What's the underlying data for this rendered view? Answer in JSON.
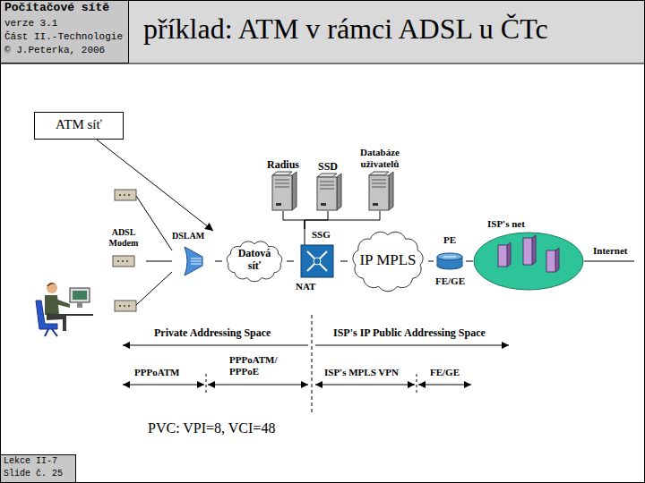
{
  "diagram": {
    "title": "příklad: ATM v rámci ADSL u ČTc",
    "nodes": [
      {
        "text": [
          "Počítačové sítě",
          "verze 3.1",
          "Část II.-Technologie",
          "© J.Peterka, 2006"
        ]
      },
      {
        "text": [
          "Lekce II-7",
          "Slide č. 25"
        ]
      },
      {
        "text": [
          "ATM síť"
        ]
      },
      {
        "text": [
          "Radius"
        ]
      },
      {
        "text": [
          "SSD"
        ]
      },
      {
        "text": [
          "Databáze uživatelů"
        ]
      },
      {
        "text": [
          "ADSL Modem"
        ]
      },
      {
        "text": [
          "DSLAM"
        ]
      },
      {
        "text": [
          "Datová síť"
        ]
      },
      {
        "text": [
          "SSG",
          "NAT"
        ]
      },
      {
        "text": [
          "IP MPLS"
        ]
      },
      {
        "text": [
          "PE"
        ]
      },
      {
        "text": [
          "ISP's net"
        ]
      }
    ],
    "edges": [
      {
        "from": 2,
        "to": 7,
        "arrow": "to"
      },
      {
        "from": 6,
        "to": 7,
        "arrow": "none"
      },
      {
        "from": 7,
        "to": 8,
        "arrow": "none"
      },
      {
        "from": 8,
        "to": 9,
        "arrow": "none"
      },
      {
        "from": 9,
        "to": 10,
        "arrow": "none"
      },
      {
        "from": 10,
        "to": 11,
        "arrow": "none"
      },
      {
        "from": 11,
        "to": 12,
        "arrow": "none"
      },
      {
        "from": 3,
        "to": 9,
        "arrow": "none"
      },
      {
        "from": 4,
        "to": 9,
        "arrow": "none"
      },
      {
        "from": 5,
        "to": 9,
        "arrow": "none"
      }
    ],
    "labels": [
      "Internet",
      "FE/GE",
      "Private Addressing Space",
      "ISP's IP Public Addressing Space",
      "PPPoATM",
      "PPPoATM/ PPPoE",
      "ISP's MPLS VPN",
      "FE/GE",
      "PVC: VPI=8, VCI=48"
    ]
  }
}
